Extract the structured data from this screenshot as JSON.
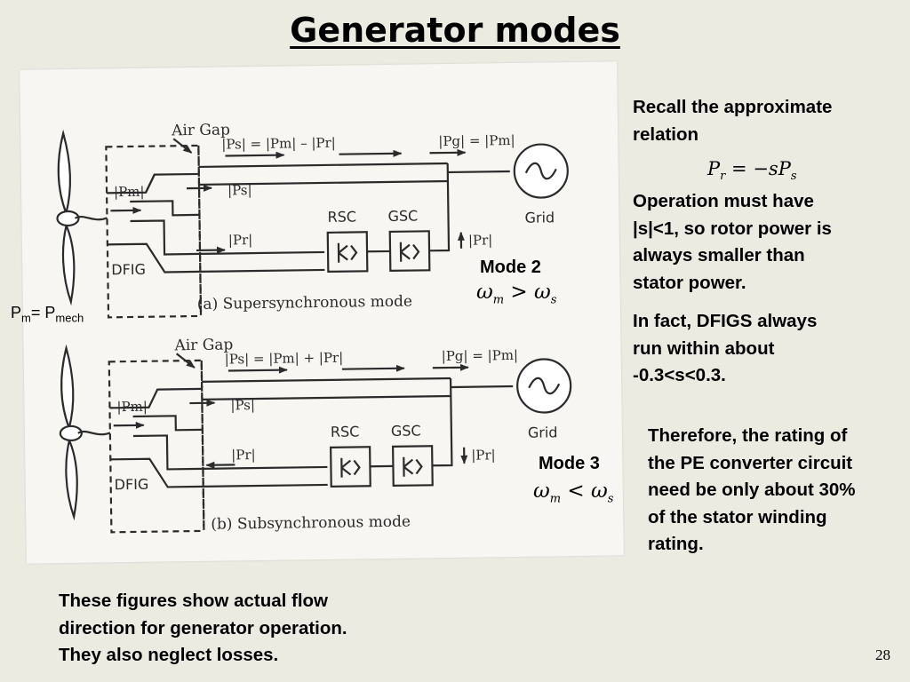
{
  "title": "Generator modes",
  "figure": {
    "panel_a": {
      "air_gap": "Air Gap",
      "eq_ps": "|Ps| = |Pm| – |Pr|",
      "eq_pg": "|Pg| = |Pm|",
      "pm": "|Pm|",
      "ps": "|Ps|",
      "pr_left": "|Pr|",
      "pr_right": "|Pr|",
      "rsc": "RSC",
      "gsc": "GSC",
      "grid": "Grid",
      "dfig": "DFIG",
      "caption": "(a) Supersynchronous mode"
    },
    "panel_b": {
      "air_gap": "Air Gap",
      "eq_ps": "|Ps| = |Pm| + |Pr|",
      "eq_pg": "|Pg| = |Pm|",
      "pm": "|Pm|",
      "ps": "|Ps|",
      "pr_left": "|Pr|",
      "pr_right": "|Pr|",
      "rsc": "RSC",
      "gsc": "GSC",
      "grid": "Grid",
      "dfig": "DFIG",
      "caption": "(b) Subsynchronous mode"
    }
  },
  "annotations": {
    "mode2": "Mode 2",
    "mode2_relation": {
      "left": "ω",
      "left_sub": "m",
      "op": ">",
      "right": "ω",
      "right_sub": "s"
    },
    "mode3": "Mode 3",
    "mode3_relation": {
      "left": "ω",
      "left_sub": "m",
      "op": "<",
      "right": "ω",
      "right_sub": "s"
    },
    "pm_label": {
      "p1": "P",
      "sub1": "m",
      "mid": "= P",
      "sub2": "mech"
    }
  },
  "right_text": {
    "recall_lines": [
      "Recall the approximate",
      "relation"
    ],
    "relation": {
      "lhs": "P",
      "lhs_sub": "r",
      "op": "= −",
      "s": "s",
      "rhs": "P",
      "rhs_sub": "s"
    },
    "operation_lines": [
      "Operation must have",
      "|s|<1, so rotor power is",
      "always smaller than",
      "stator power."
    ],
    "fact_lines": [
      "In fact, DFIGS always",
      "run within about",
      "-0.3<s<0.3."
    ],
    "therefore_lines": [
      "Therefore, the rating of",
      "the PE converter circuit",
      "need be only about 30%",
      "of the stator winding",
      "rating."
    ]
  },
  "bottom_lines": [
    "These figures show actual flow",
    "direction for generator operation.",
    "They also neglect losses."
  ],
  "page_number": "28"
}
